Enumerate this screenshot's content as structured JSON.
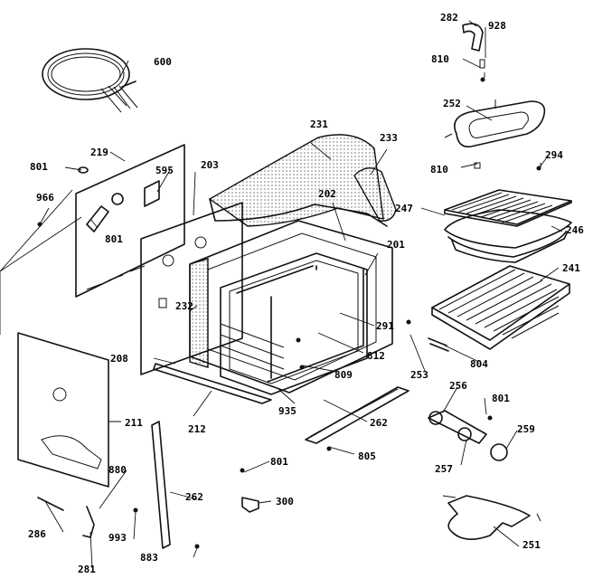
{
  "labels": {
    "l282": "282",
    "l928": "928",
    "l810a": "810",
    "l252": "252",
    "l294": "294",
    "l810b": "810",
    "l600": "600",
    "l219": "219",
    "l801a": "801",
    "l595": "595",
    "l203": "203",
    "l231": "231",
    "l233": "233",
    "l966": "966",
    "l801b": "801",
    "l202": "202",
    "l247": "247",
    "l246": "246",
    "l201": "201",
    "l241": "241",
    "l232": "232",
    "l291": "291",
    "l812": "812",
    "l208": "208",
    "l804": "804",
    "l809": "809",
    "l253": "253",
    "l256": "256",
    "l801c": "801",
    "l212": "212",
    "l935": "935",
    "l211": "211",
    "l262a": "262",
    "l259": "259",
    "l805": "805",
    "l801d": "801",
    "l880": "880",
    "l257": "257",
    "l262b": "262",
    "l300": "300",
    "l286": "286",
    "l993": "993",
    "l251": "251",
    "l883": "883",
    "l281": "281"
  }
}
